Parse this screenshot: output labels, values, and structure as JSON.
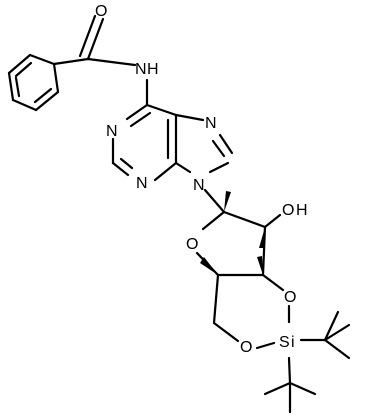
{
  "molecule": {
    "atoms": {
      "o_carbonyl": "O",
      "nh_amide": "N",
      "nh_h": "H",
      "n_pyrimidine_1": "N",
      "n_pyrimidine_3": "N",
      "n_imidazole_7": "N",
      "n_imidazole_9": "N",
      "oh_o": "O",
      "oh_h": "H",
      "o_ring": "O",
      "o_silyl_1": "O",
      "o_silyl_2": "O",
      "si_s": "S",
      "si_i": "i"
    }
  }
}
